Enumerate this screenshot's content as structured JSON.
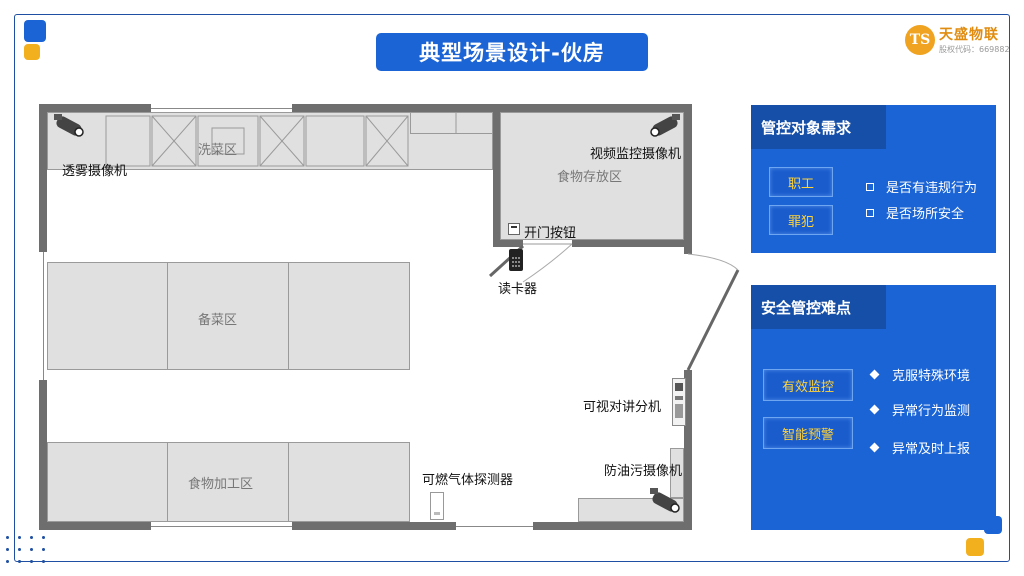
{
  "page": {
    "title": "典型场景设计-伙房"
  },
  "logo": {
    "mark": "TS",
    "name": "天盛物联",
    "code": "股权代码：669882"
  },
  "plan": {
    "zones": {
      "wash": "洗菜区",
      "storage": "食物存放区",
      "prep": "备菜区",
      "processing": "食物加工区"
    },
    "devices": {
      "fog_camera": "透雾摄像机",
      "video_camera": "视频监控摄像机",
      "exit_button": "开门按钮",
      "card_reader": "读卡器",
      "intercom": "可视对讲分机",
      "gas_detector": "可燃气体探测器",
      "oil_camera": "防油污摄像机"
    }
  },
  "panel1": {
    "heading": "管控对象需求",
    "tags": [
      "职工",
      "罪犯"
    ],
    "items": [
      "是否有违规行为",
      "是否场所安全"
    ]
  },
  "panel2": {
    "heading": "安全管控难点",
    "tags": [
      "有效监控",
      "智能预警"
    ],
    "items": [
      "克服特殊环境",
      "异常行为监测",
      "异常及时上报"
    ]
  },
  "colors": {
    "accent_blue": "#1b64d6",
    "panel_head": "#154fa8",
    "tag_text": "#ffd33a",
    "logo_orange": "#f0a320",
    "wall_gray": "#6e6e6e"
  }
}
